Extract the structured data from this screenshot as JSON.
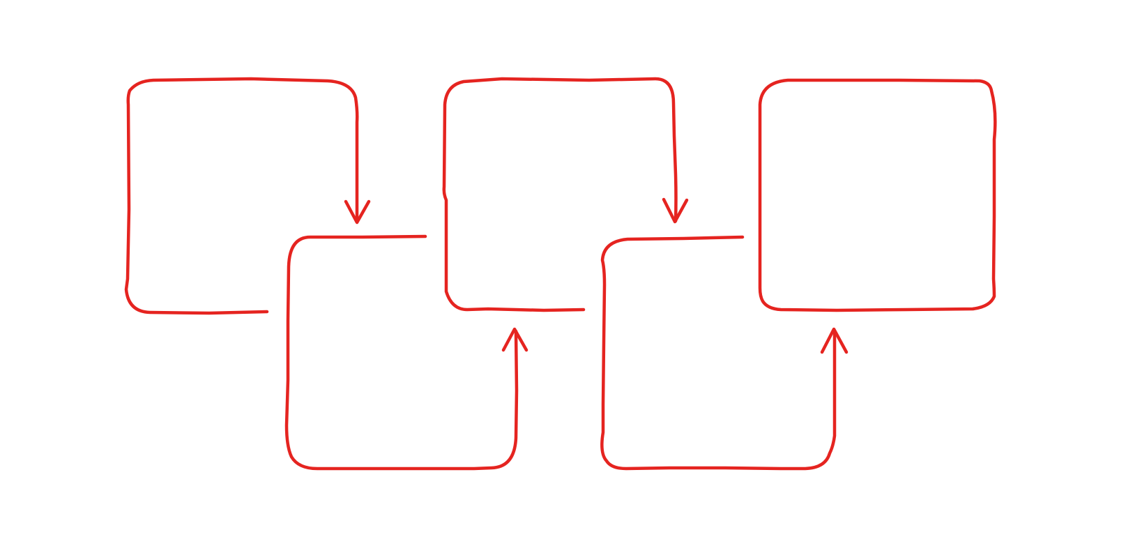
{
  "diagram": {
    "style": "hand-drawn",
    "stroke_color": "#e52420",
    "background_color": "#ffffff",
    "shapes": [
      {
        "id": "box-1",
        "kind": "open-box",
        "row": "top"
      },
      {
        "id": "connector-1",
        "kind": "arrow",
        "direction": "down"
      },
      {
        "id": "box-2",
        "kind": "open-box",
        "row": "bottom"
      },
      {
        "id": "connector-2",
        "kind": "arrow",
        "direction": "up"
      },
      {
        "id": "box-3",
        "kind": "open-box",
        "row": "top"
      },
      {
        "id": "connector-3",
        "kind": "arrow",
        "direction": "down"
      },
      {
        "id": "box-4",
        "kind": "open-box",
        "row": "bottom"
      },
      {
        "id": "connector-4",
        "kind": "arrow",
        "direction": "up"
      },
      {
        "id": "box-5",
        "kind": "closed-box",
        "row": "top"
      }
    ]
  }
}
